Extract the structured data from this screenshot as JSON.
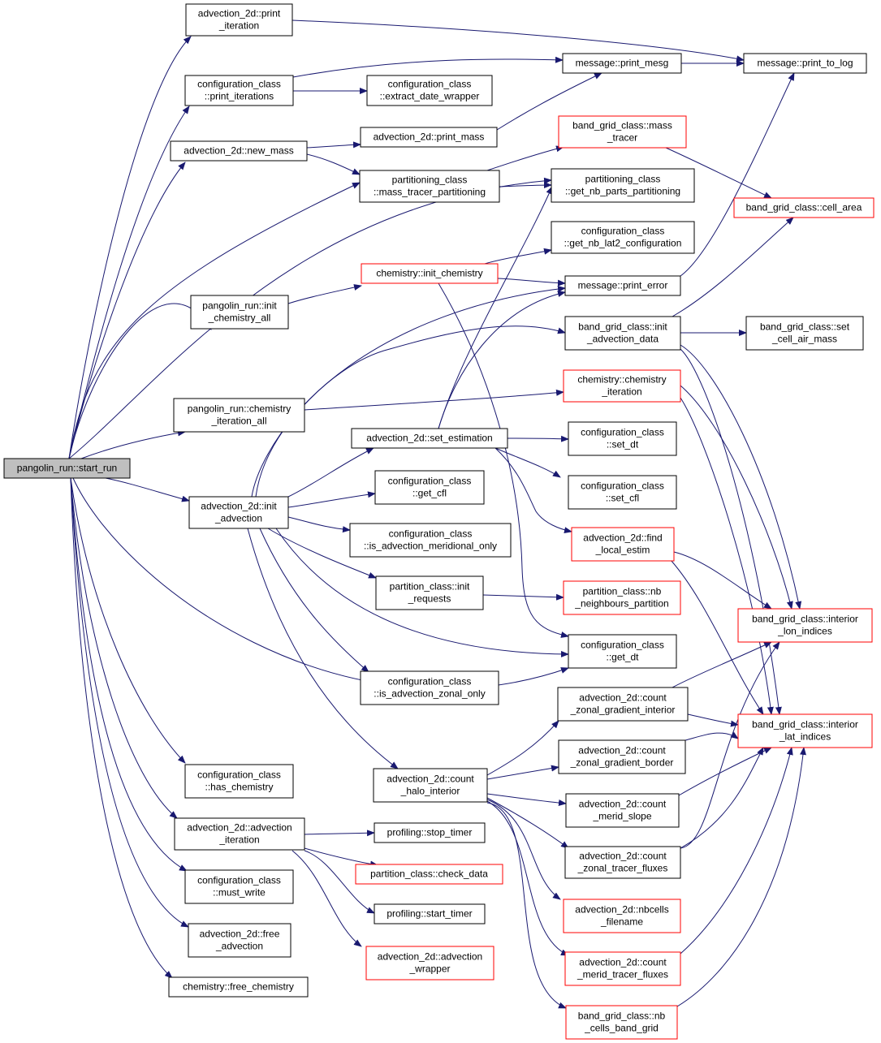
{
  "colors": {
    "edge": "#191970",
    "box_normal": "#000000",
    "box_red": "#ff0000",
    "root_fill": "#bfbfbf"
  },
  "nodes": [
    {
      "id": "start_run",
      "lines": [
        "pangolin_run::start_run"
      ],
      "style": "root"
    },
    {
      "id": "adv_print_iteration",
      "lines": [
        "advection_2d::print",
        "_iteration"
      ],
      "style": "normal"
    },
    {
      "id": "cfg_print_iterations",
      "lines": [
        "configuration_class",
        "::print_iterations"
      ],
      "style": "normal"
    },
    {
      "id": "cfg_extract_date",
      "lines": [
        "configuration_class",
        "::extract_date_wrapper"
      ],
      "style": "normal"
    },
    {
      "id": "msg_print_mesg",
      "lines": [
        "message::print_mesg"
      ],
      "style": "normal"
    },
    {
      "id": "msg_print_to_log",
      "lines": [
        "message::print_to_log"
      ],
      "style": "normal"
    },
    {
      "id": "adv_new_mass",
      "lines": [
        "advection_2d::new_mass"
      ],
      "style": "normal"
    },
    {
      "id": "adv_print_mass",
      "lines": [
        "advection_2d::print_mass"
      ],
      "style": "normal"
    },
    {
      "id": "bgc_mass_tracer",
      "lines": [
        "band_grid_class::mass",
        "_tracer"
      ],
      "style": "red"
    },
    {
      "id": "part_mass_tracer_partitioning",
      "lines": [
        "partitioning_class",
        "::mass_tracer_partitioning"
      ],
      "style": "normal"
    },
    {
      "id": "part_get_nb_parts",
      "lines": [
        "partitioning_class",
        "::get_nb_parts_partitioning"
      ],
      "style": "normal"
    },
    {
      "id": "bgc_cell_area",
      "lines": [
        "band_grid_class::cell_area"
      ],
      "style": "red"
    },
    {
      "id": "cfg_get_nb_lat2",
      "lines": [
        "configuration_class",
        "::get_nb_lat2_configuration"
      ],
      "style": "normal"
    },
    {
      "id": "chem_init_chemistry",
      "lines": [
        "chemistry::init_chemistry"
      ],
      "style": "red"
    },
    {
      "id": "pr_init_chemistry_all",
      "lines": [
        "pangolin_run::init",
        "_chemistry_all"
      ],
      "style": "normal"
    },
    {
      "id": "msg_print_error",
      "lines": [
        "message::print_error"
      ],
      "style": "normal"
    },
    {
      "id": "bgc_init_advection_data",
      "lines": [
        "band_grid_class::init",
        "_advection_data"
      ],
      "style": "normal"
    },
    {
      "id": "bgc_set_cell_air_mass",
      "lines": [
        "band_grid_class::set",
        "_cell_air_mass"
      ],
      "style": "normal"
    },
    {
      "id": "pr_chemistry_iteration_all",
      "lines": [
        "pangolin_run::chemistry",
        "_iteration_all"
      ],
      "style": "normal"
    },
    {
      "id": "chem_chemistry_iteration",
      "lines": [
        "chemistry::chemistry",
        "_iteration"
      ],
      "style": "red"
    },
    {
      "id": "adv_set_estimation",
      "lines": [
        "advection_2d::set_estimation"
      ],
      "style": "normal"
    },
    {
      "id": "cfg_set_dt",
      "lines": [
        "configuration_class",
        "::set_dt"
      ],
      "style": "normal"
    },
    {
      "id": "cfg_get_cfl",
      "lines": [
        "configuration_class",
        "::get_cfl"
      ],
      "style": "normal"
    },
    {
      "id": "cfg_set_cfl",
      "lines": [
        "configuration_class",
        "::set_cfl"
      ],
      "style": "normal"
    },
    {
      "id": "adv_init_advection",
      "lines": [
        "advection_2d::init",
        "_advection"
      ],
      "style": "normal"
    },
    {
      "id": "cfg_is_adv_merid_only",
      "lines": [
        "configuration_class",
        "::is_advection_meridional_only"
      ],
      "style": "normal"
    },
    {
      "id": "adv_find_local_estim",
      "lines": [
        "advection_2d::find",
        "_local_estim"
      ],
      "style": "red"
    },
    {
      "id": "part_init_requests",
      "lines": [
        "partition_class::init",
        "_requests"
      ],
      "style": "normal"
    },
    {
      "id": "part_nb_neighbours",
      "lines": [
        "partition_class::nb",
        "_neighbours_partition"
      ],
      "style": "red"
    },
    {
      "id": "bgc_interior_lon",
      "lines": [
        "band_grid_class::interior",
        "_lon_indices"
      ],
      "style": "red"
    },
    {
      "id": "cfg_get_dt",
      "lines": [
        "configuration_class",
        "::get_dt"
      ],
      "style": "normal"
    },
    {
      "id": "cfg_is_adv_zonal_only",
      "lines": [
        "configuration_class",
        "::is_advection_zonal_only"
      ],
      "style": "normal"
    },
    {
      "id": "adv_count_zonal_grad_interior",
      "lines": [
        "advection_2d::count",
        "_zonal_gradient_interior"
      ],
      "style": "normal"
    },
    {
      "id": "bgc_interior_lat",
      "lines": [
        "band_grid_class::interior",
        "_lat_indices"
      ],
      "style": "red"
    },
    {
      "id": "cfg_has_chemistry",
      "lines": [
        "configuration_class",
        "::has_chemistry"
      ],
      "style": "normal"
    },
    {
      "id": "adv_count_halo_interior",
      "lines": [
        "advection_2d::count",
        "_halo_interior"
      ],
      "style": "normal"
    },
    {
      "id": "adv_count_zonal_grad_border",
      "lines": [
        "advection_2d::count",
        "_zonal_gradient_border"
      ],
      "style": "normal"
    },
    {
      "id": "adv_count_merid_slope",
      "lines": [
        "advection_2d::count",
        "_merid_slope"
      ],
      "style": "normal"
    },
    {
      "id": "adv_advection_iteration",
      "lines": [
        "advection_2d::advection",
        "_iteration"
      ],
      "style": "normal"
    },
    {
      "id": "prof_stop_timer",
      "lines": [
        "profiling::stop_timer"
      ],
      "style": "normal"
    },
    {
      "id": "adv_count_zonal_tracer_fluxes",
      "lines": [
        "advection_2d::count",
        "_zonal_tracer_fluxes"
      ],
      "style": "normal"
    },
    {
      "id": "part_check_data",
      "lines": [
        "partition_class::check_data"
      ],
      "style": "red"
    },
    {
      "id": "cfg_must_write",
      "lines": [
        "configuration_class",
        "::must_write"
      ],
      "style": "normal"
    },
    {
      "id": "adv_nbcells_filename",
      "lines": [
        "advection_2d::nbcells",
        "_filename"
      ],
      "style": "red"
    },
    {
      "id": "prof_start_timer",
      "lines": [
        "profiling::start_timer"
      ],
      "style": "normal"
    },
    {
      "id": "adv_free_advection",
      "lines": [
        "advection_2d::free",
        "_advection"
      ],
      "style": "normal"
    },
    {
      "id": "adv_advection_wrapper",
      "lines": [
        "advection_2d::advection",
        "_wrapper"
      ],
      "style": "red"
    },
    {
      "id": "adv_count_merid_tracer_fluxes",
      "lines": [
        "advection_2d::count",
        "_merid_tracer_fluxes"
      ],
      "style": "red"
    },
    {
      "id": "chem_free_chemistry",
      "lines": [
        "chemistry::free_chemistry"
      ],
      "style": "normal"
    },
    {
      "id": "bgc_nb_cells_band_grid",
      "lines": [
        "band_grid_class::nb",
        "_cells_band_grid"
      ],
      "style": "red"
    }
  ]
}
